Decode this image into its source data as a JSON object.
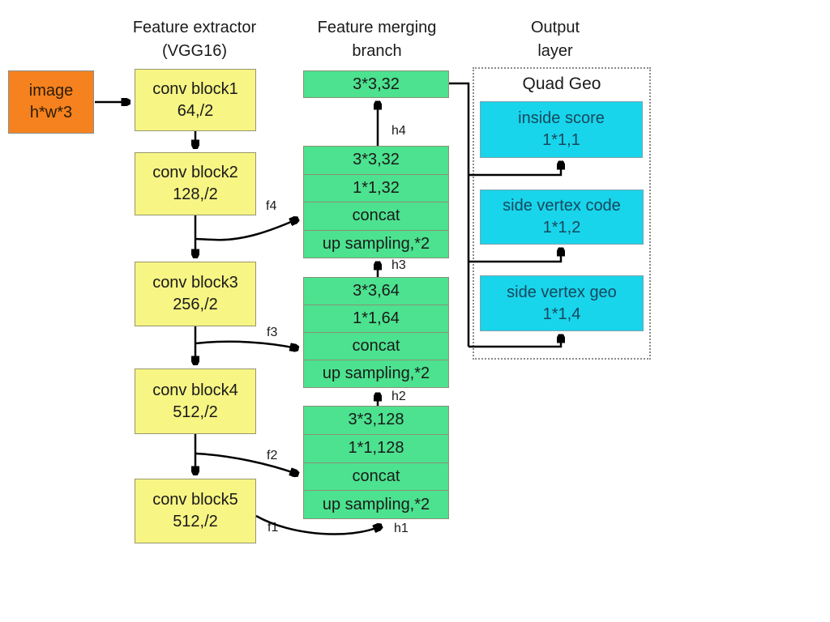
{
  "titles": {
    "extractor_line1": "Feature extractor",
    "extractor_line2": "(VGG16)",
    "merging_line1": "Feature merging",
    "merging_line2": "branch",
    "output_line1": "Output",
    "output_line2": "layer"
  },
  "input_box": {
    "line1": "image",
    "line2": "h*w*3"
  },
  "conv_blocks": [
    {
      "line1": "conv block1",
      "line2": "64,/2"
    },
    {
      "line1": "conv block2",
      "line2": "128,/2"
    },
    {
      "line1": "conv block3",
      "line2": "256,/2"
    },
    {
      "line1": "conv block4",
      "line2": "512,/2"
    },
    {
      "line1": "conv block5",
      "line2": "512,/2"
    }
  ],
  "merge_top_box": {
    "label": "3*3,32"
  },
  "merge_stacks": [
    {
      "rows": [
        "3*3,32",
        "1*1,32",
        "concat",
        "up sampling,*2"
      ]
    },
    {
      "rows": [
        "3*3,64",
        "1*1,64",
        "concat",
        "up sampling,*2"
      ]
    },
    {
      "rows": [
        "3*3,128",
        "1*1,128",
        "concat",
        "up sampling,*2"
      ]
    }
  ],
  "output_group": {
    "title": "Quad Geo",
    "boxes": [
      {
        "line1": "inside score",
        "line2": "1*1,1"
      },
      {
        "line1": "side vertex code",
        "line2": "1*1,2"
      },
      {
        "line1": "side vertex geo",
        "line2": "1*1,4"
      }
    ]
  },
  "edge_labels": {
    "f1": "f1",
    "f2": "f2",
    "f3": "f3",
    "f4": "f4",
    "h1": "h1",
    "h2": "h2",
    "h3": "h3",
    "h4": "h4"
  },
  "colors": {
    "input_fill": "#F5821E",
    "conv_fill": "#F7F584",
    "merge_fill": "#4CE28F",
    "output_fill": "#18D5EB",
    "output_text": "#17485E",
    "line": "#000000",
    "background": "#FFFFFF"
  }
}
